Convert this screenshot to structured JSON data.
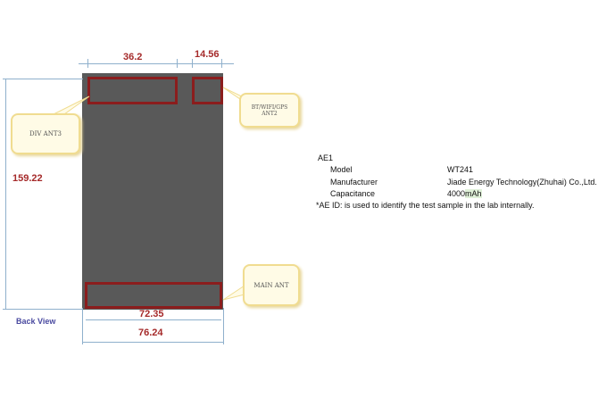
{
  "diagram": {
    "dimensions": {
      "top_left_width": "36.2",
      "top_right_width": "14.56",
      "height": "159.22",
      "inner_width": "72.35",
      "total_width": "76.24"
    },
    "callouts": {
      "div_ant": "DIV ANT3",
      "bt_ant_line1": "BT/WIFI/GPS",
      "bt_ant_line2": "ANT2",
      "main_ant": "MAIN ANT"
    },
    "view_label": "Back View",
    "colors": {
      "body": "#595959",
      "antenna_outline": "#8b1d1d",
      "dimension_text": "#a52a2a",
      "view_label": "#4a4aa0"
    }
  },
  "info": {
    "heading": "AE1",
    "rows": [
      {
        "label": "Model",
        "value": "WT241"
      },
      {
        "label": "Manufacturer",
        "value": "Jiade Energy Technology(Zhuhai) Co.,Ltd."
      },
      {
        "label": "Capacitance",
        "value_main": "4000",
        "value_unit": "mAh"
      }
    ],
    "footnote": "*AE ID: is used to identify the test sample in the lab internally."
  }
}
